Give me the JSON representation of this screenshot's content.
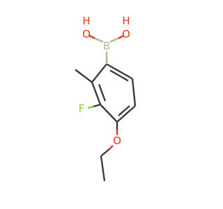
{
  "molecule": {
    "atoms": {
      "boron": {
        "label": "B",
        "color": "#b5b58a"
      },
      "hydroxyl_left_o": {
        "label": "O",
        "color": "#e8301b"
      },
      "hydroxyl_left_h": {
        "label": "H",
        "color": "#e8301b"
      },
      "hydroxyl_right_o": {
        "label": "O",
        "color": "#e8301b"
      },
      "hydroxyl_right_h": {
        "label": "H",
        "color": "#e8301b"
      },
      "fluorine": {
        "label": "F",
        "color": "#8ec83a"
      },
      "ether_o": {
        "label": "O",
        "color": "#e8301b"
      }
    },
    "colors": {
      "bond": "#3b3b3b",
      "background": "#ffffff"
    }
  }
}
